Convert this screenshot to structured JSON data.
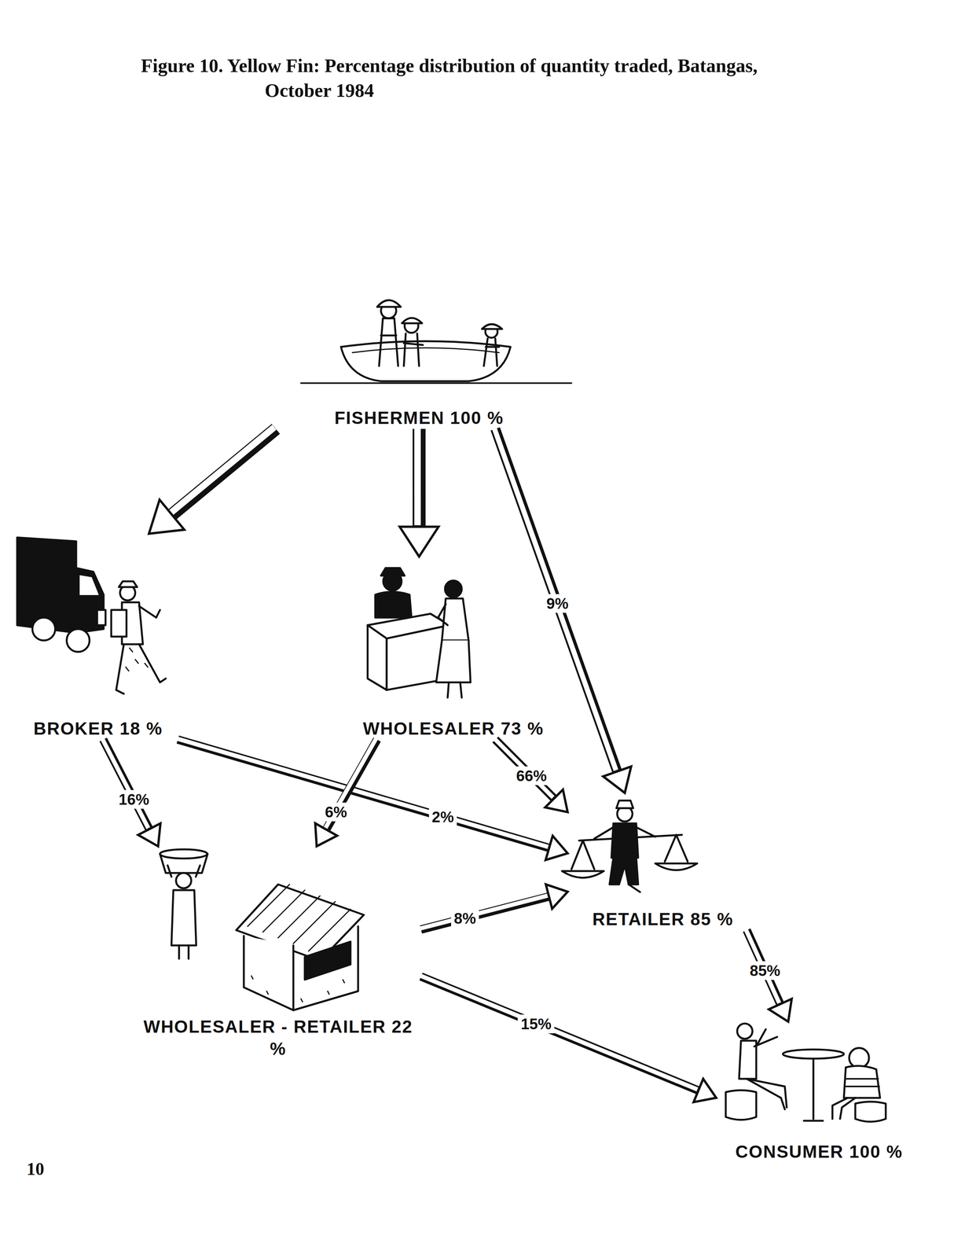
{
  "diagram": {
    "title": "Figure 10. Yellow Fin: Percentage distribution of quantity traded, Batangas, October 1984",
    "nodes": [
      {
        "text": [
          "FISHERMEN 100 %"
        ]
      },
      {
        "text": [
          "BROKER 18 %"
        ]
      },
      {
        "text": [
          "WHOLESALER 73 %"
        ]
      },
      {
        "text": [
          "RETAILER 85 %"
        ]
      },
      {
        "text": [
          "WHOLESALER - RETAILER 22 %"
        ]
      },
      {
        "text": [
          "CONSUMER 100 %"
        ]
      }
    ],
    "edges": [
      {
        "from": 0,
        "to": 1,
        "arrow": "to"
      },
      {
        "from": 0,
        "to": 2,
        "arrow": "to"
      },
      {
        "from": 0,
        "to": 3,
        "label": "9%",
        "arrow": "to"
      },
      {
        "from": 1,
        "to": 4,
        "label": "16%",
        "arrow": "to"
      },
      {
        "from": 1,
        "to": 3,
        "label": "2%",
        "arrow": "to"
      },
      {
        "from": 2,
        "to": 4,
        "label": "6%",
        "arrow": "to"
      },
      {
        "from": 2,
        "to": 3,
        "label": "66%",
        "arrow": "to"
      },
      {
        "from": 4,
        "to": 3,
        "label": "8%",
        "arrow": "to"
      },
      {
        "from": 4,
        "to": 5,
        "label": "15%",
        "arrow": "to"
      },
      {
        "from": 3,
        "to": 5,
        "label": "85%",
        "arrow": "to"
      }
    ],
    "labels": [
      "10"
    ]
  }
}
